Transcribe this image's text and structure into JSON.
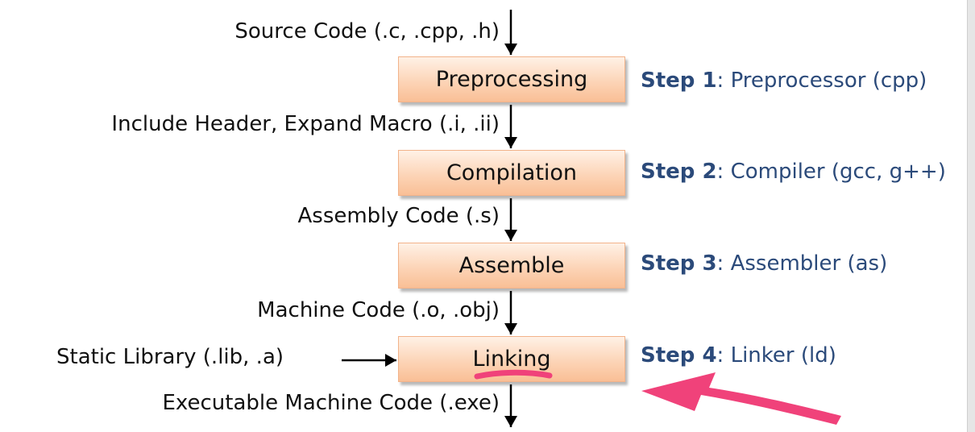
{
  "inputs": {
    "source": "Source Code (.c, .cpp, .h)",
    "preprocessed": "Include Header, Expand Macro (.i, .ii)",
    "assembly": "Assembly Code (.s)",
    "machine": "Machine Code (.o, .obj)",
    "static_lib": "Static Library (.lib, .a)",
    "executable": "Executable Machine Code (.exe)"
  },
  "stages": [
    {
      "label": "Preprocessing",
      "step_num": "Step 1",
      "step_desc": "Preprocessor (cpp)"
    },
    {
      "label": "Compilation",
      "step_num": "Step 2",
      "step_desc": "Compiler (gcc, g++)"
    },
    {
      "label": "Assemble",
      "step_num": "Step 3",
      "step_desc": "Assembler (as)"
    },
    {
      "label": "Linking",
      "step_num": "Step 4",
      "step_desc": "Linker (ld)"
    }
  ],
  "colors": {
    "box_top": "#fff1e6",
    "box_bottom": "#f9bf96",
    "box_border": "#f2b38a",
    "step_text": "#2b4a7a",
    "annotation": "#f0427a"
  }
}
